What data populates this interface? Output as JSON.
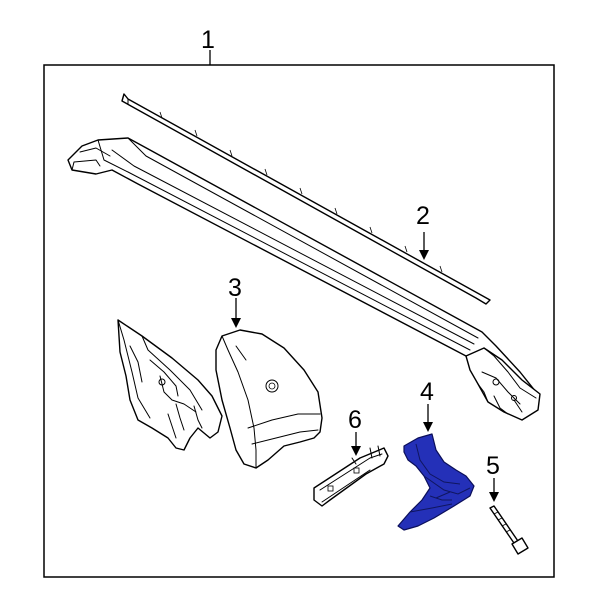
{
  "callouts": {
    "c1": "1",
    "c2": "2",
    "c3": "3",
    "c4": "4",
    "c5": "5",
    "c6": "6"
  },
  "colors": {
    "highlight_part": "#2430b8",
    "outline": "#000000",
    "background": "#ffffff"
  }
}
